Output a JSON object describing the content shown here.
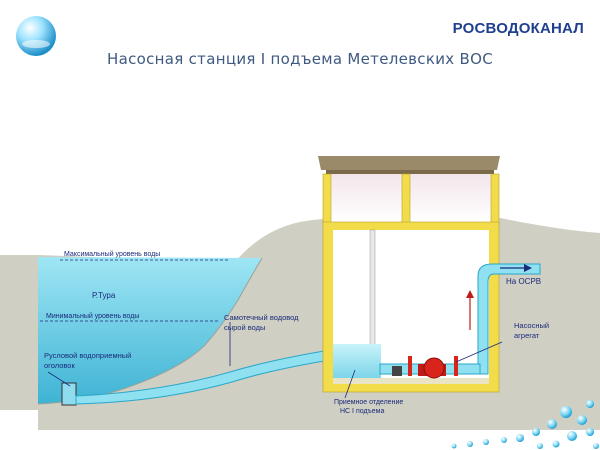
{
  "header": {
    "brand": "РОСВОДОКАНАЛ",
    "title": "Насосная станция I подъема Метелевских ВОС"
  },
  "labels": {
    "max_level": "Максимальный уровень воды",
    "river": "Р.Тура",
    "min_level": "Минимальный уровень воды",
    "gravity_line_1": "Самотечный водовод",
    "gravity_line_2": "сырой воды",
    "intake_1": "Русловой водоприемный",
    "intake_2": "оголовок",
    "to_osrv": "На ОСРВ",
    "pump_1": "Насосный",
    "pump_2": "агрегат",
    "reception_1": "Приемное отделение",
    "reception_2": "НС I подъема"
  },
  "colors": {
    "water": "#7fd3e8",
    "water_deep": "#43b6d6",
    "ground": "#cfcfc3",
    "building_frame": "#f2dc4a",
    "roof": "#9a8a6a",
    "pump": "#d9241c",
    "pipe": "#8fe0f0",
    "label": "#1b2a7a"
  }
}
